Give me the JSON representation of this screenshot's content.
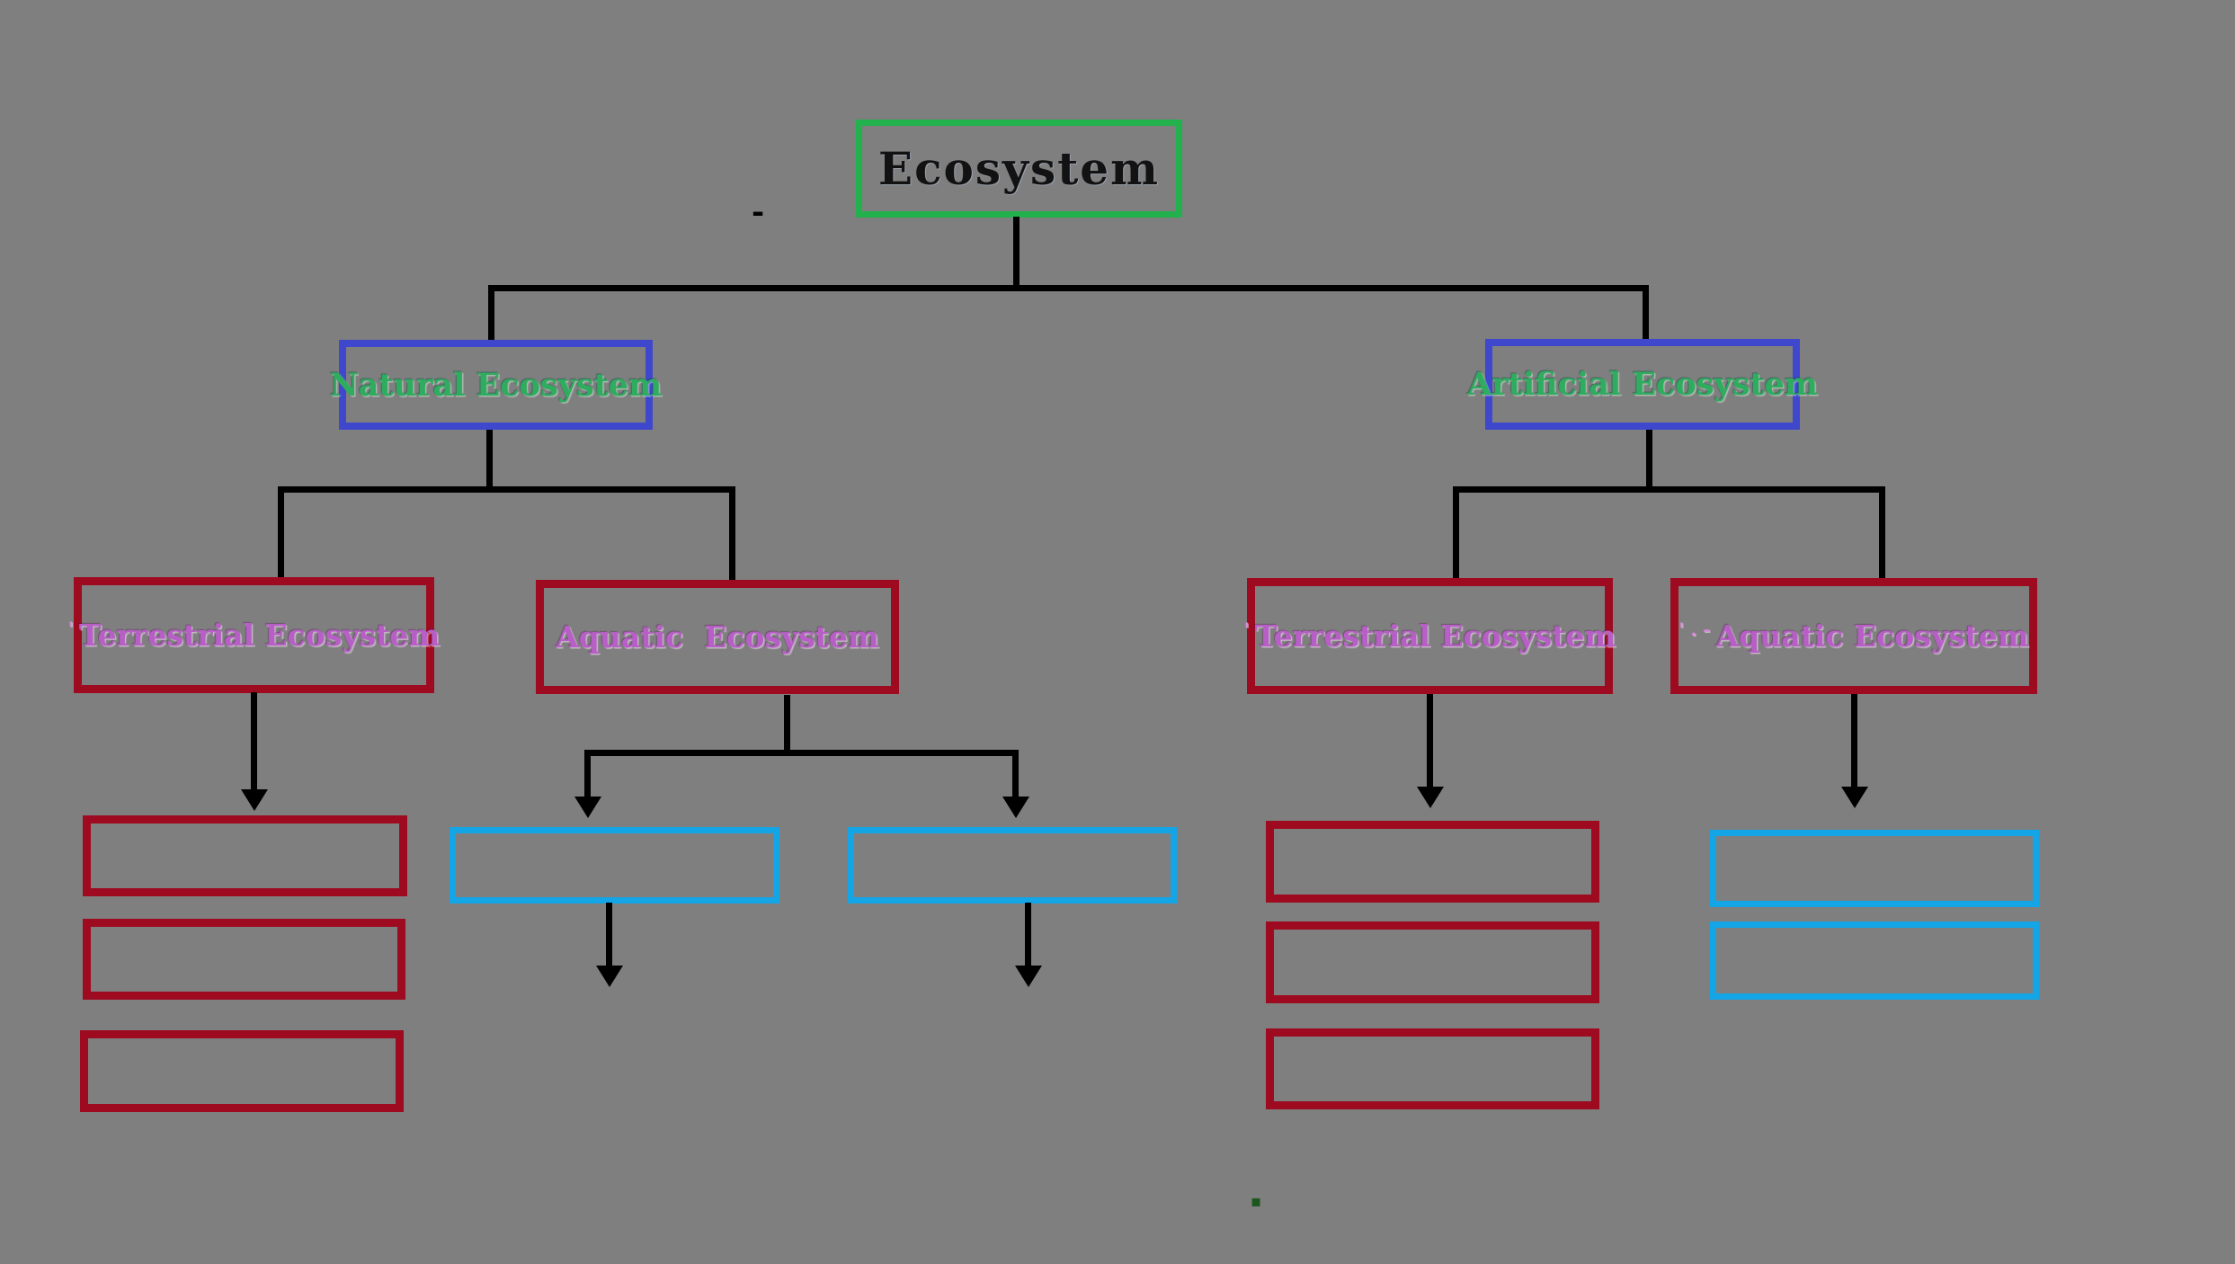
{
  "title": "Ecosystem classification flowchart",
  "palette": {
    "background": "#7F7F7F",
    "root_border": "#22B14C",
    "level1_border": "#3F48CC",
    "level2_border": "#9E0B20",
    "leaf_red_border": "#9E0B20",
    "leaf_cyan_border": "#14A5E6",
    "connector": "#000000",
    "root_text": "#121212",
    "level1_text": "#2FAD5F",
    "level2_text": "#B75FC6"
  },
  "nodes": {
    "ecosystem": {
      "label": "Ecosystem"
    },
    "natural": {
      "label": "Natural Ecosystem"
    },
    "artificial": {
      "label": "Artificial Ecosystem"
    },
    "terrestrial_left": {
      "prefix": "'",
      "label": "Terrestrial Ecosystem"
    },
    "aquatic_left": {
      "label": "Aquatic  Ecosystem"
    },
    "terrestrial_right": {
      "prefix": "'",
      "label": "Terrestrial Ecosystem"
    },
    "aquatic_right": {
      "prefix": "' . -",
      "label": "Aquatic Ecosystem"
    }
  },
  "leaf_groups": {
    "under_terrestrial_left": {
      "count": 3,
      "style": "red",
      "labels": [
        "",
        "",
        ""
      ]
    },
    "under_aquatic_left": {
      "count": 2,
      "style": "cyan",
      "labels": [
        "",
        ""
      ]
    },
    "under_terrestrial_right": {
      "count": 3,
      "style": "red",
      "labels": [
        "",
        "",
        ""
      ]
    },
    "under_aquatic_right": {
      "count": 2,
      "style": "cyan",
      "labels": [
        "",
        ""
      ]
    }
  },
  "stray_marks": {
    "top_dash": {
      "glyph": "-",
      "color": "#000000"
    },
    "bottom_dot": {
      "glyph": "▪",
      "color": "#1C5720"
    }
  }
}
